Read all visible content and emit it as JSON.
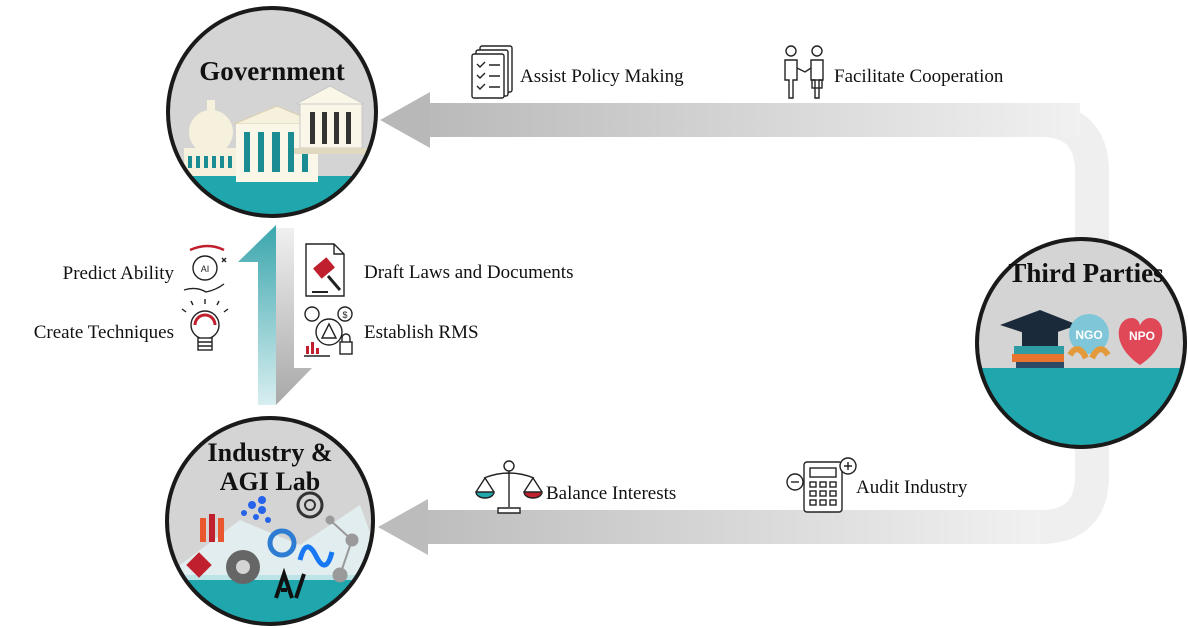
{
  "nodes": {
    "government": {
      "title": "Government"
    },
    "industry": {
      "title_line1": "Industry &",
      "title_line2": "AGI Lab"
    },
    "third_parties": {
      "title": "Third Parties",
      "badge_ngo": "NGO",
      "badge_npo": "NPO"
    }
  },
  "top_arrow": {
    "labels": [
      "Assist Policy Making",
      "Facilitate Cooperation"
    ]
  },
  "bottom_arrow": {
    "labels": [
      "Balance Interests",
      "Audit Industry"
    ]
  },
  "left_up_arrow": {
    "labels": [
      "Predict Ability",
      "Create Techniques"
    ]
  },
  "left_down_arrow": {
    "labels": [
      "Draft Laws and Documents",
      "Establish RMS"
    ]
  },
  "icons": {
    "predict": "crystal-ball-ai-icon",
    "create": "lightbulb-icon",
    "draft": "document-gavel-icon",
    "rms": "risk-management-icon",
    "policy": "checklist-documents-icon",
    "cooperate": "handshake-people-icon",
    "balance": "scale-icon",
    "audit": "calculator-icon"
  },
  "colors": {
    "teal": "#1fa7ad",
    "circle_gray": "#d4d4d4",
    "arrow_gray": "#c9c9c9",
    "crimson": "#c0202e"
  }
}
